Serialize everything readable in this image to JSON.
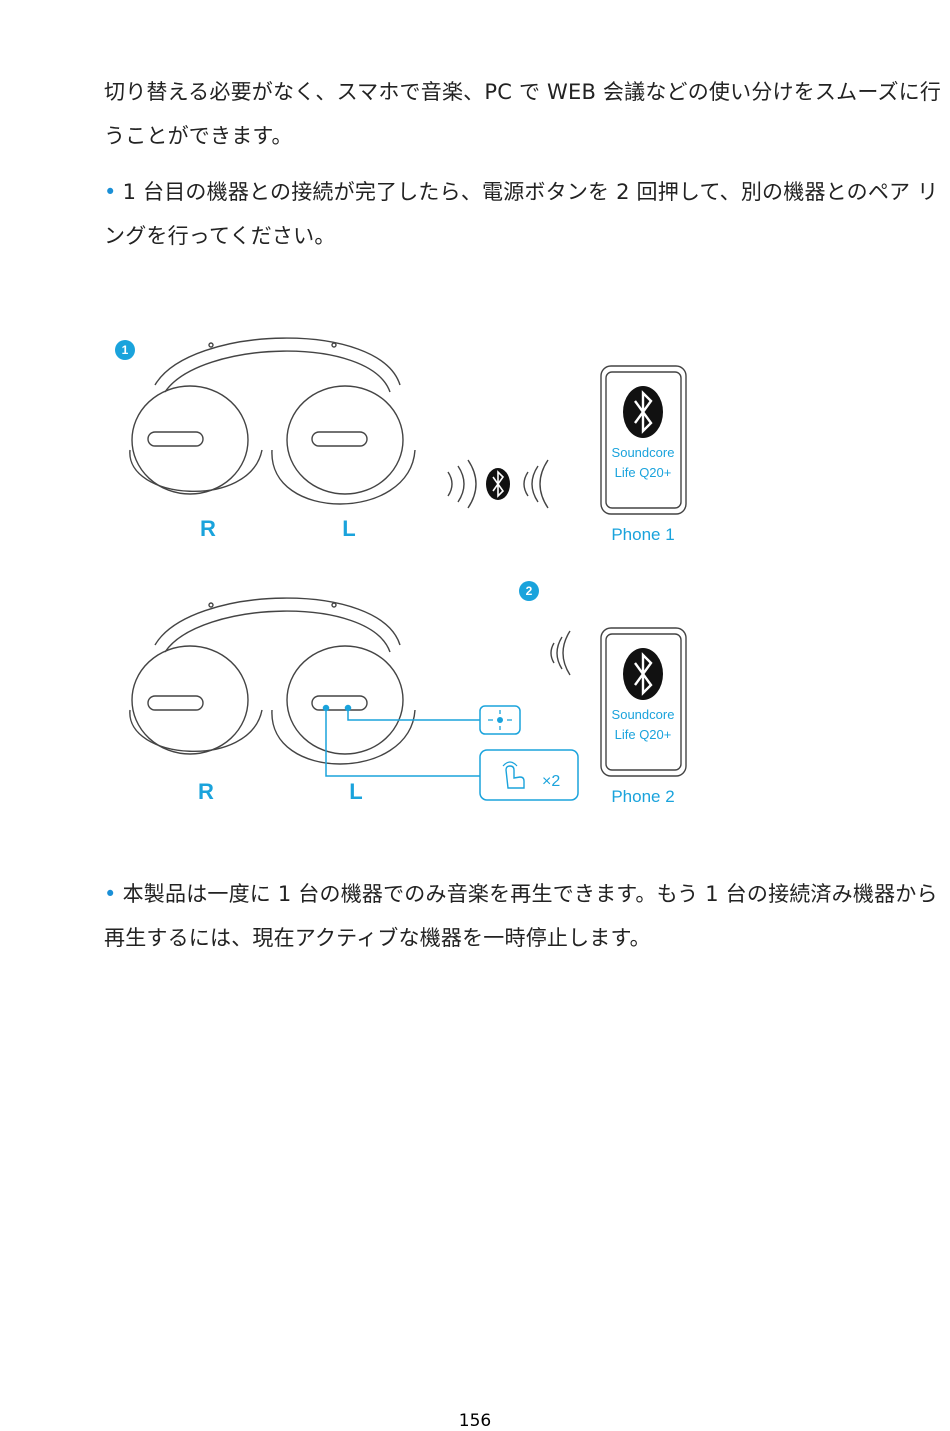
{
  "paragraphs": {
    "intro": "切り替える必要がなく、スマホで音楽、PC で WEB 会議などの使い分けをスムーズに行うことができます。",
    "bullet1": "1 台目の機器との接続が完了したら、電源ボタンを 2 回押して、別の機器とのペア リングを行ってください。",
    "bullet2": "本製品は一度に 1 台の機器でのみ音楽を再生できます。もう 1 台の接続済み機器から再生するには、現在アクティブな機器を一時停止します。"
  },
  "bullet_symbol": "•",
  "figure": {
    "step1_number": "1",
    "step2_number": "2",
    "label_right": "R",
    "label_left": "L",
    "phone1": {
      "brand": "Soundcore",
      "model": "Life Q20+",
      "label": "Phone 1"
    },
    "phone2": {
      "brand": "Soundcore",
      "model": "Life Q20+",
      "label": "Phone 2"
    },
    "press_count": "×2",
    "accent_color": "#1aa3dc",
    "icons": [
      "headphones-icon",
      "bluetooth-icon",
      "signal-waves-icon",
      "phone-icon",
      "led-indicator-icon",
      "finger-press-icon"
    ]
  },
  "page_number": "156"
}
